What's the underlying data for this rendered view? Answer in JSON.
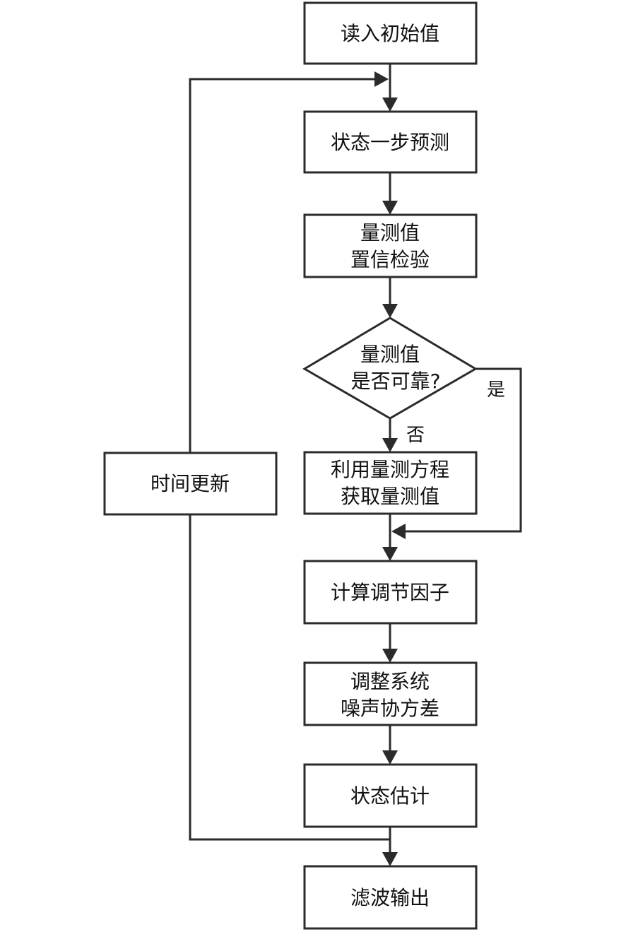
{
  "nodes": {
    "read_init": "读入初始值",
    "predict": "状态一步预测",
    "confidence": [
      "量测值",
      "置信检验"
    ],
    "reliable": [
      "量测值",
      "是否可靠?"
    ],
    "obtain": [
      "利用量测方程",
      "获取量测值"
    ],
    "factor": "计算调节因子",
    "adjust": [
      "调整系统",
      "噪声协方差"
    ],
    "estimate": "状态估计",
    "output": "滤波输出",
    "time_update": "时间更新"
  },
  "edges": {
    "yes": "是",
    "no": "否"
  }
}
